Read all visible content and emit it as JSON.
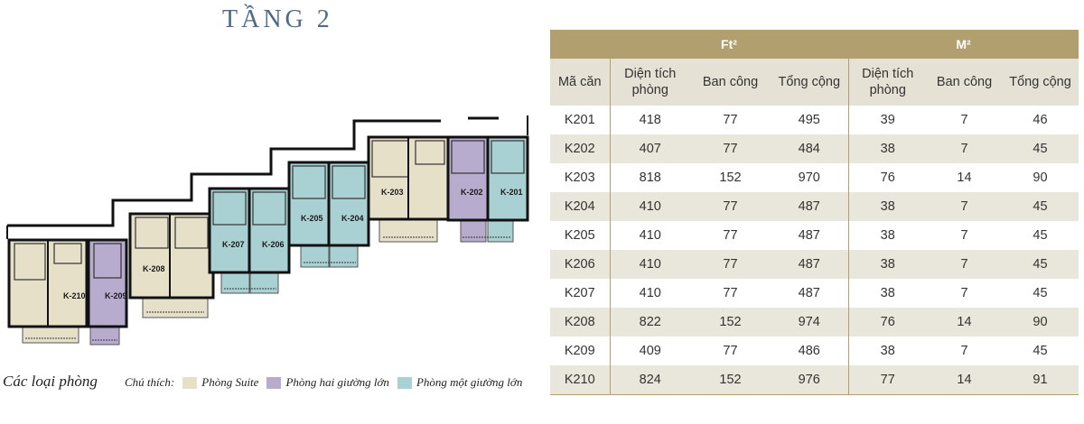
{
  "floor_title": "TẦNG 2",
  "units": [
    {
      "id": "K-210",
      "type": "suite"
    },
    {
      "id": "K-209",
      "type": "two"
    },
    {
      "id": "K-208",
      "type": "suite"
    },
    {
      "id": "K-207",
      "type": "one"
    },
    {
      "id": "K-206",
      "type": "one"
    },
    {
      "id": "K-205",
      "type": "one"
    },
    {
      "id": "K-204",
      "type": "one"
    },
    {
      "id": "K-203",
      "type": "suite"
    },
    {
      "id": "K-202",
      "type": "two"
    },
    {
      "id": "K-201",
      "type": "one"
    }
  ],
  "colors": {
    "suite": "#e6e0c9",
    "two": "#b7abce",
    "one": "#a9d0d2",
    "accent": "#b29f70",
    "alt_row": "#e9e6dc",
    "title": "#4e6a88"
  },
  "legend": {
    "title": "Các loại phòng",
    "label": "Chú thích:",
    "items": [
      {
        "key": "suite",
        "text": "Phòng Suite"
      },
      {
        "key": "two",
        "text": "Phòng hai giường lớn"
      },
      {
        "key": "one",
        "text": "Phòng một giường lớn"
      }
    ]
  },
  "table": {
    "group_ft": "Ft²",
    "group_m": "M²",
    "headers": [
      "Mã căn",
      "Diện tích phòng",
      "Ban công",
      "Tổng cộng",
      "Diện tích phòng",
      "Ban công",
      "Tổng cộng"
    ],
    "rows": [
      [
        "K201",
        "418",
        "77",
        "495",
        "39",
        "7",
        "46"
      ],
      [
        "K202",
        "407",
        "77",
        "484",
        "38",
        "7",
        "45"
      ],
      [
        "K203",
        "818",
        "152",
        "970",
        "76",
        "14",
        "90"
      ],
      [
        "K204",
        "410",
        "77",
        "487",
        "38",
        "7",
        "45"
      ],
      [
        "K205",
        "410",
        "77",
        "487",
        "38",
        "7",
        "45"
      ],
      [
        "K206",
        "410",
        "77",
        "487",
        "38",
        "7",
        "45"
      ],
      [
        "K207",
        "410",
        "77",
        "487",
        "38",
        "7",
        "45"
      ],
      [
        "K208",
        "822",
        "152",
        "974",
        "76",
        "14",
        "90"
      ],
      [
        "K209",
        "409",
        "77",
        "486",
        "38",
        "7",
        "45"
      ],
      [
        "K210",
        "824",
        "152",
        "976",
        "77",
        "14",
        "91"
      ]
    ]
  }
}
